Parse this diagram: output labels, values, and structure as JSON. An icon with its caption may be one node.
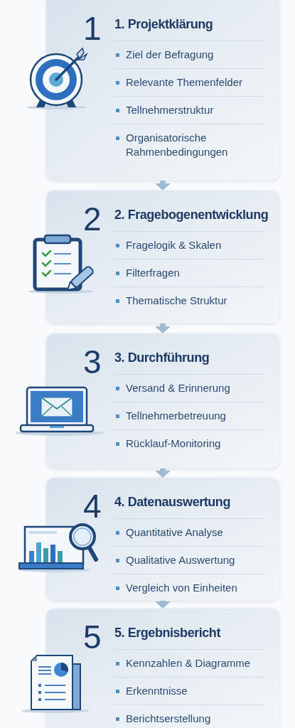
{
  "diagram": {
    "nodes": [
      {
        "text": [
          "1",
          "1. Projektklärung",
          "Ziel der Befragung",
          "Relevante Themenfelder",
          "Tellnehmerstruktur",
          "Organisatorische Rahmenbedingungen"
        ]
      },
      {
        "text": [
          "2",
          "2. Fragebogenentwicklung",
          "Fragelogik & Skalen",
          "Filterfragen",
          "Thematische Struktur"
        ]
      },
      {
        "text": [
          "3",
          "3. Durchführung",
          "Versand & Erinnerung",
          "Tellnehmerbetreuung",
          "Rücklauf-Monitoring"
        ]
      },
      {
        "text": [
          "4",
          "4. Datenauswertung",
          "Quantitative Analyse",
          "Qualitative Auswertung",
          "Vergleich von Einheiten"
        ]
      },
      {
        "text": [
          "5",
          "5. Ergebnisbericht",
          "Kennzahlen & Diagramme",
          "Erkenntnisse",
          "Berichtserstellung"
        ]
      }
    ],
    "edges": [
      {
        "from": 0,
        "to": 1,
        "arrow": "to"
      },
      {
        "from": 1,
        "to": 2,
        "arrow": "to"
      },
      {
        "from": 2,
        "to": 3,
        "arrow": "to"
      },
      {
        "from": 3,
        "to": 4,
        "arrow": "to"
      }
    ]
  }
}
